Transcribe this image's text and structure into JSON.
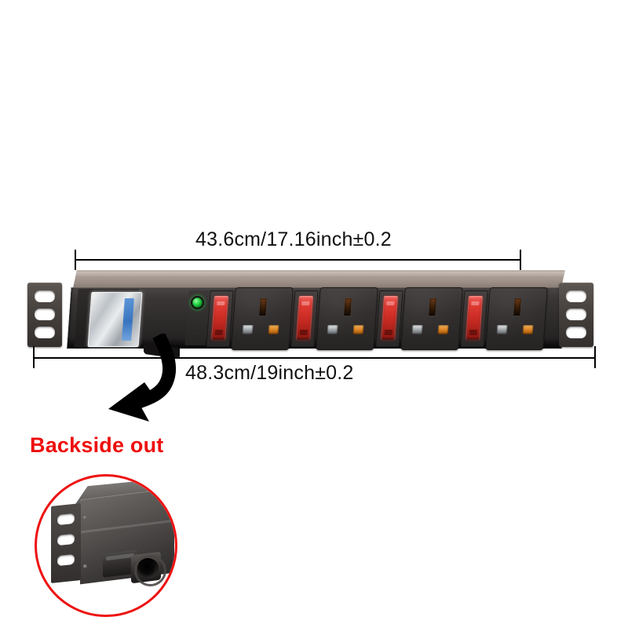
{
  "product": {
    "type": "rack-mount-pdu",
    "form_factor": "1U 19-inch rack PDU",
    "outlet_standard": "UK BS1363 3-pin",
    "outlet_count": 4,
    "switch_count": 4,
    "indicator": "green power LED"
  },
  "dimensions": {
    "top": {
      "label": "43.6cm/17.16inch±0.2",
      "meaning": "body width"
    },
    "bottom": {
      "label": "48.3cm/19inch±0.2",
      "meaning": "overall width including rack ears"
    }
  },
  "callout": {
    "label": "Backside out",
    "color": "#ee0d0d",
    "arrow": "curved-down-left-arrow",
    "detail_view": "rear cable gland and mounting bracket"
  },
  "colors": {
    "body": "#2e2b2b",
    "top_bevel": "#a1948c",
    "switch_red": "#e03a32",
    "led_green": "#2bd94a",
    "callout_red": "#ee1111",
    "background": "#ffffff"
  },
  "outlets": [
    {
      "id": 1,
      "switch": "red-rocker",
      "socket": "uk-3pin"
    },
    {
      "id": 2,
      "switch": "red-rocker",
      "socket": "uk-3pin"
    },
    {
      "id": 3,
      "switch": "red-rocker",
      "socket": "uk-3pin"
    },
    {
      "id": 4,
      "switch": "red-rocker",
      "socket": "uk-3pin"
    }
  ],
  "rack_ears": {
    "slots_per_ear": 3,
    "sides": [
      "left",
      "right"
    ]
  }
}
